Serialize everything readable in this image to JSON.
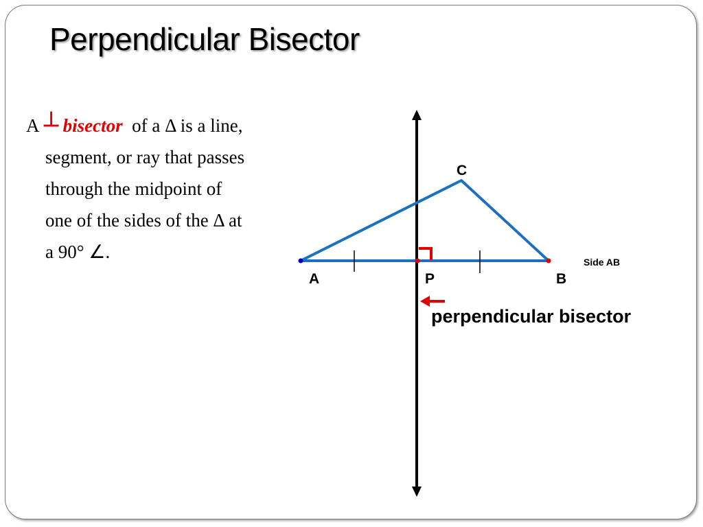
{
  "slide": {
    "title": "Perpendicular Bisector"
  },
  "definition": {
    "lead": "A",
    "perp_symbol": "⊥",
    "term": "bisector",
    "line1_rest": "of a Δ is a line,",
    "line2": "segment, or ray that passes",
    "line3": "through the midpoint of",
    "line4": "one of the sides of the Δ at",
    "line5": "a 90° ∠."
  },
  "diagram": {
    "vertex_a_label": "A",
    "vertex_b_label": "B",
    "vertex_c_label": "C",
    "midpoint_label": "P",
    "side_label": "Side AB",
    "bisector_label": "perpendicular bisector",
    "colors": {
      "triangle": "#1e6fbf",
      "bisector_line": "#000000",
      "right_angle_mark": "#e00000",
      "arrow": "#e00000",
      "point_a": "#0000cc",
      "point_b": "#e00000",
      "point_p": "#e00000"
    }
  }
}
